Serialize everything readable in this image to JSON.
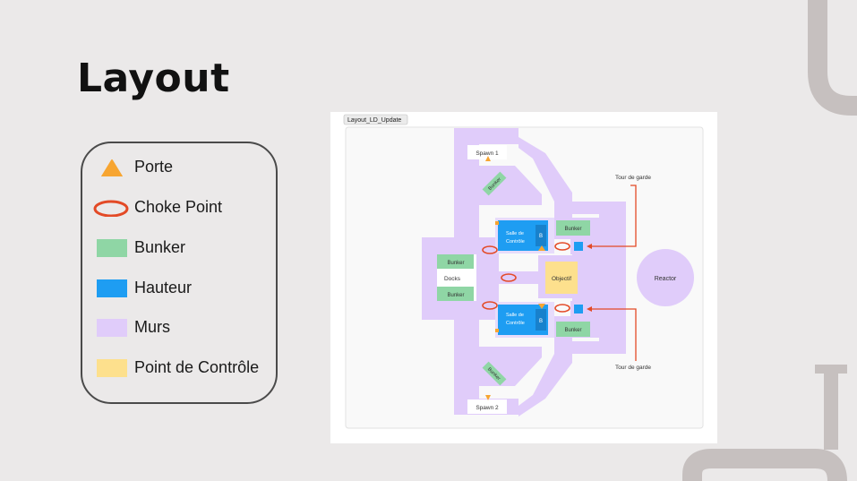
{
  "slide": {
    "title": "Layout"
  },
  "legend": {
    "items": [
      {
        "label": "Porte",
        "icon": "triangle-icon",
        "color": "#f7a531"
      },
      {
        "label": "Choke Point",
        "icon": "ellipse-outline-icon",
        "color": "#e34a26"
      },
      {
        "label": "Bunker",
        "icon": "swatch",
        "color": "#8fd6a5"
      },
      {
        "label": "Hauteur",
        "icon": "swatch",
        "color": "#1e9df2"
      },
      {
        "label": "Murs",
        "icon": "swatch",
        "color": "#e0ccfa"
      },
      {
        "label": "Point de Contrôle",
        "icon": "swatch",
        "color": "#fde08d"
      }
    ]
  },
  "map": {
    "frame_label": "Layout_LD_Update",
    "spawn_top": "Spawn 1",
    "spawn_bottom": "Spawn 2",
    "tower_top": "Tour de garde",
    "tower_bottom": "Tour de garde",
    "reactor": "Reactor",
    "docks": "Docks",
    "objective": "Objectif",
    "control_room": "Salle de Contrôle",
    "bunker": "Bunker",
    "b_marker": "B"
  }
}
